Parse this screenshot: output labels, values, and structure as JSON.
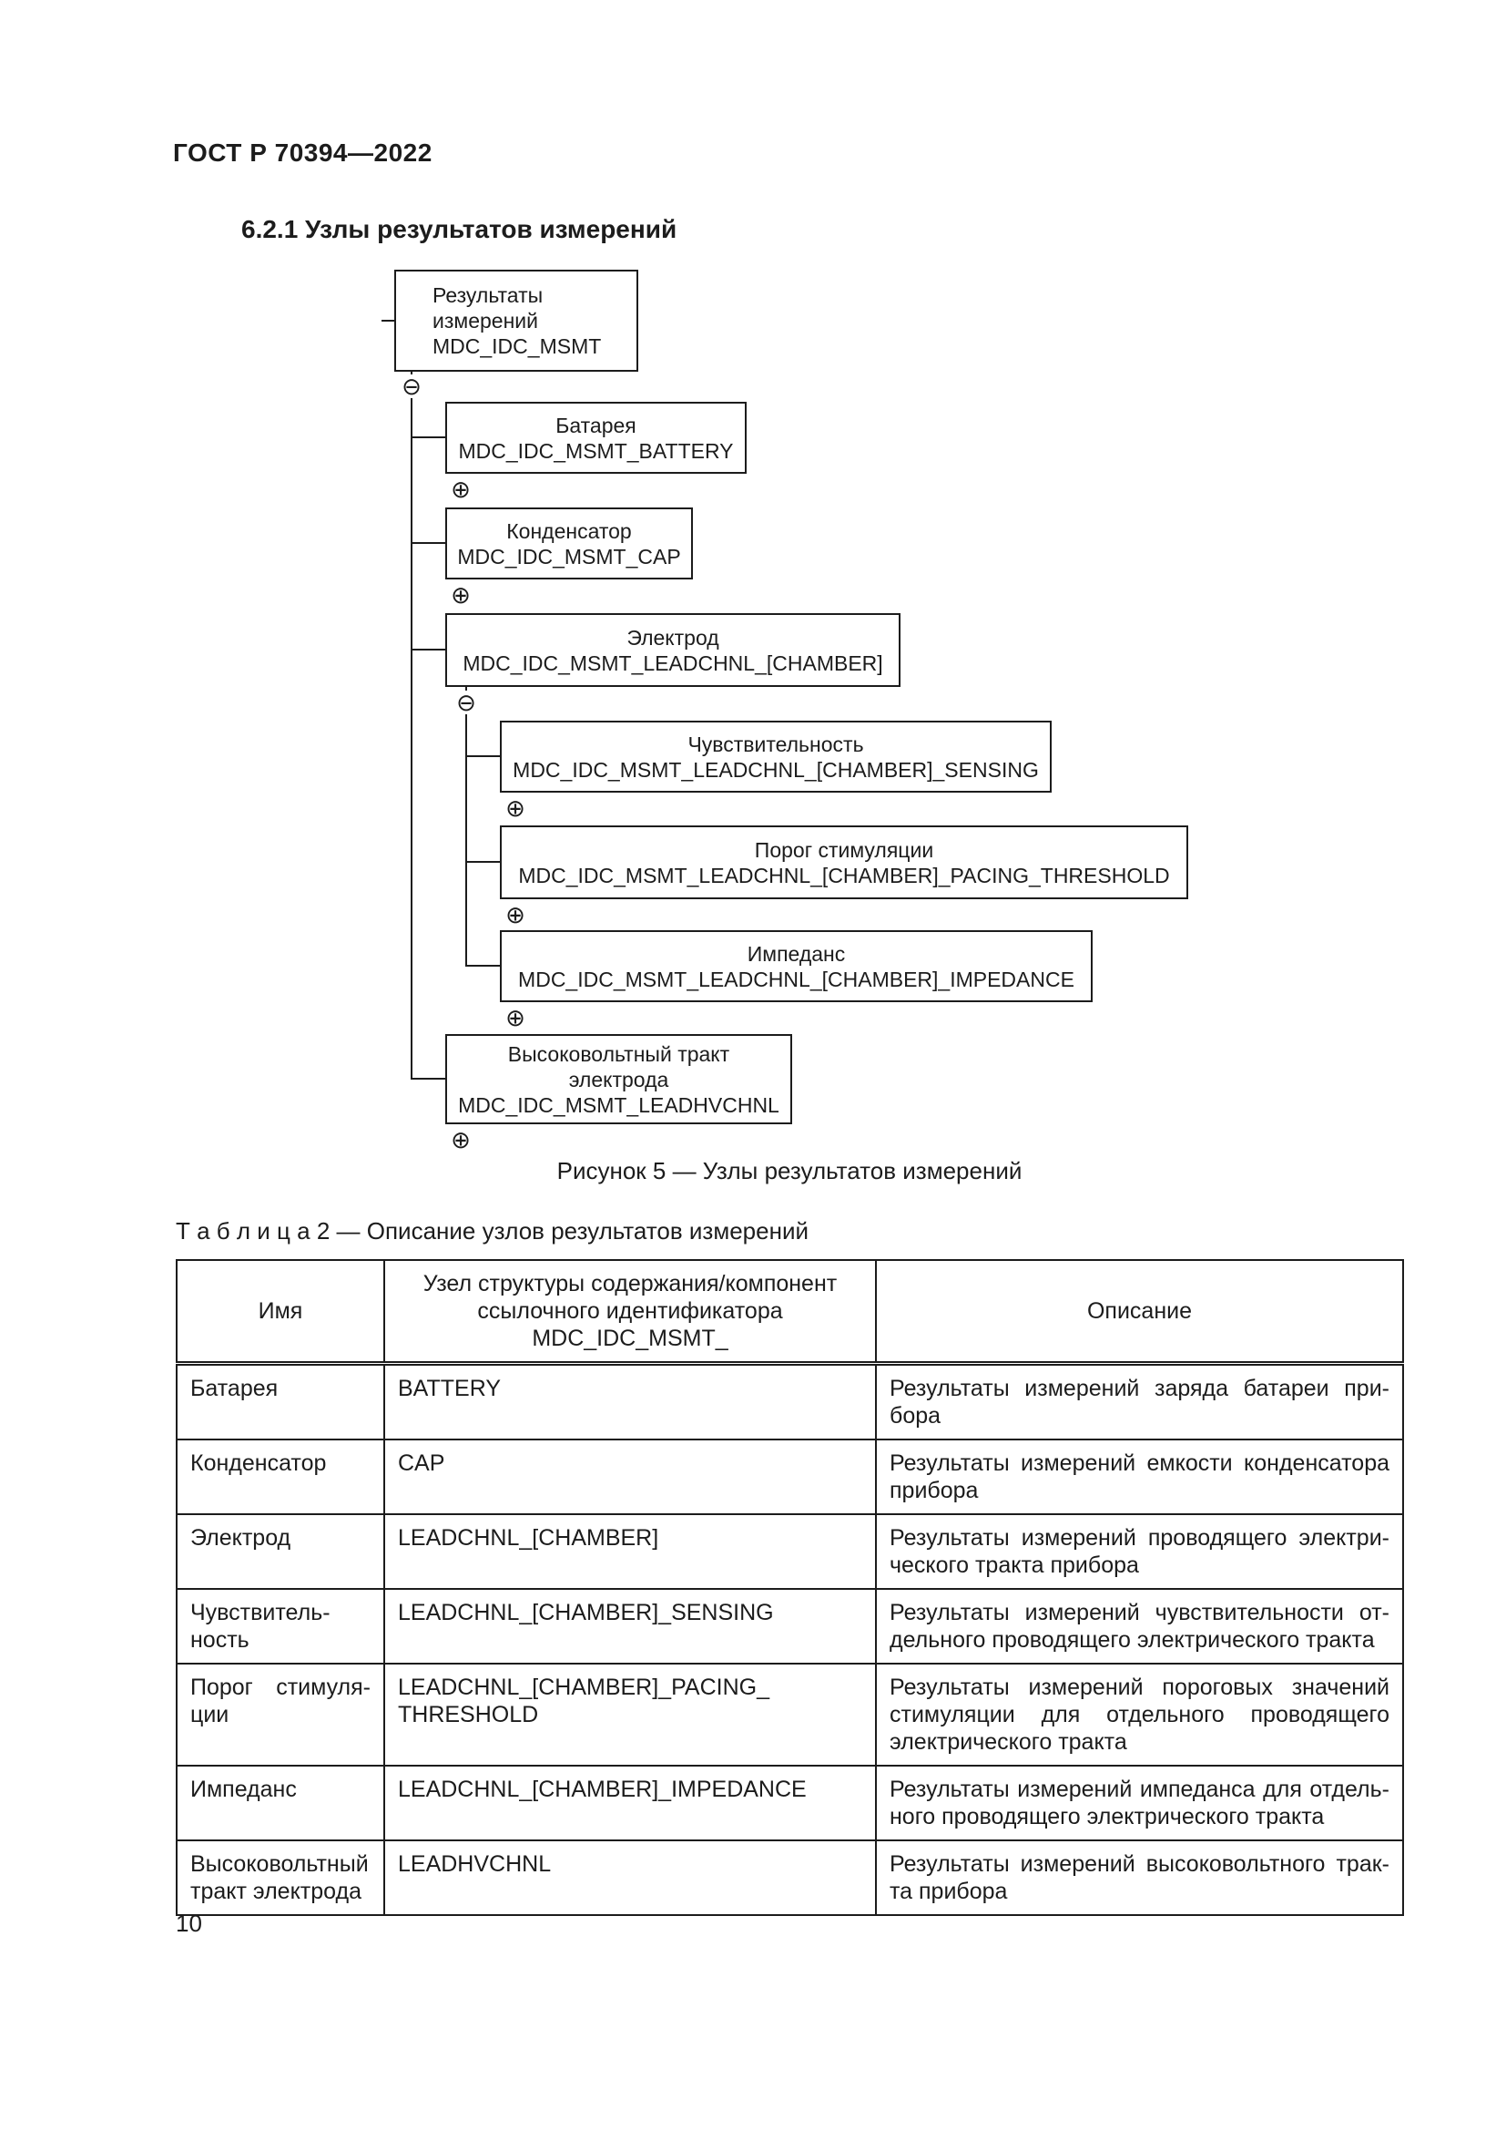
{
  "page": {
    "header": "ГОСТ Р 70394—2022",
    "section_heading": "6.2.1 Узлы результатов измерений",
    "figure_caption": "Рисунок 5 — Узлы результатов измерений",
    "table_caption": "Т а б л и ц а   2 — Описание узлов результатов измерений",
    "page_number": "10"
  },
  "diagram": {
    "icons": {
      "collapse": "⊖",
      "expand": "⊕"
    },
    "nodes": {
      "root": {
        "lines": [
          "Результаты",
          "измерений",
          "MDC_IDC_MSMT"
        ]
      },
      "battery": {
        "lines": [
          "Батарея",
          "MDC_IDC_MSMT_BATTERY"
        ]
      },
      "cap": {
        "lines": [
          "Конденсатор",
          "MDC_IDC_MSMT_CAP"
        ]
      },
      "leadchnl": {
        "lines": [
          "Электрод",
          "MDC_IDC_MSMT_LEADCHNL_[CHAMBER]"
        ]
      },
      "sensing": {
        "lines": [
          "Чувствительность",
          "MDC_IDC_MSMT_LEADCHNL_[CHAMBER]_SENSING"
        ]
      },
      "pacing": {
        "lines": [
          "Порог стимуляции",
          "MDC_IDC_MSMT_LEADCHNL_[CHAMBER]_PACING_THRESHOLD"
        ]
      },
      "impedance": {
        "lines": [
          "Импеданс",
          "MDC_IDC_MSMT_LEADCHNL_[CHAMBER]_IMPEDANCE"
        ]
      },
      "hvchnl": {
        "lines": [
          "Высоковольтный тракт",
          "электрода",
          "MDC_IDC_MSMT_LEADHVCHNL"
        ]
      }
    }
  },
  "table": {
    "headers": [
      "Имя",
      "Узел структуры содержания/компонент ссылочного идентификатора MDC_IDC_MSMT_",
      "Описание"
    ],
    "rows": [
      {
        "name": "Батарея",
        "node": "BATTERY",
        "description": "Результаты измерений заряда батареи при­бора"
      },
      {
        "name": "Конденсатор",
        "node": "CAP",
        "description": "Результаты измерений емкости конденсатора прибора"
      },
      {
        "name": "Электрод",
        "node": "LEADCHNL_[CHAMBER]",
        "description": "Результаты измерений проводящего электри­ческого тракта прибора"
      },
      {
        "name": "Чувствитель­ность",
        "node": "LEADCHNL_[CHAMBER]_SENSING",
        "description": "Результаты измерений чувствительности от­дельного проводящего электрического тракта"
      },
      {
        "name": "Порог стимуля­ции",
        "node": "LEADCHNL_[CHAMBER]_PACING_​THRESHOLD",
        "description": "Результаты измерений пороговых значений стимуляции для отдельного проводящего электрического тракта"
      },
      {
        "name": "Импеданс",
        "node": "LEADCHNL_[CHAMBER]_IMPEDANCE",
        "description": "Результаты измерений импеданса для отдель­ного проводящего электрического тракта"
      },
      {
        "name": "Высоковольт­ный тракт электрода",
        "node": "LEADHVCHNL",
        "description": "Результаты измерений высоковольтного трак­та прибора"
      }
    ]
  }
}
